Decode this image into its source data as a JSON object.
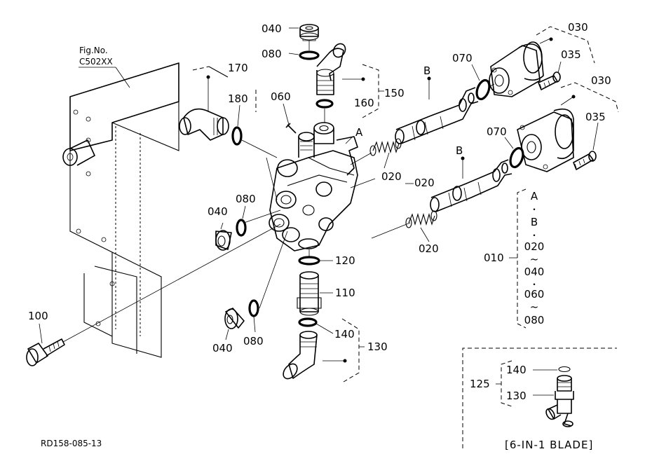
{
  "figure": {
    "fig_ref_line1": "Fig.No.",
    "fig_ref_line2": "C502XX",
    "drawing_code": "RD158-085-13",
    "inset_caption": "[6-IN-1 BLADE]"
  },
  "labels": {
    "p040a": "040",
    "p080a": "080",
    "p170": "170",
    "p180": "180",
    "p060": "060",
    "p160": "160",
    "p150": "150",
    "pA_top": "A",
    "pB_top": "B",
    "p070a": "070",
    "p030a": "030",
    "p035a": "035",
    "p030b": "030",
    "p035b": "035",
    "p070b": "070",
    "pB_mid": "B",
    "p020a": "020",
    "p020b": "020",
    "p020c": "020",
    "p040b": "040",
    "p080b": "080",
    "p120": "120",
    "p110": "110",
    "p140": "140",
    "p130": "130",
    "p040c": "040",
    "p080c": "080",
    "p100": "100",
    "p010": "010"
  },
  "kit_010": {
    "items": [
      "A",
      "・",
      "B",
      "・",
      "020",
      "~",
      "040",
      "・",
      "060",
      "~",
      "080"
    ]
  },
  "inset": {
    "p125": "125",
    "p140": "140",
    "p130": "130"
  }
}
